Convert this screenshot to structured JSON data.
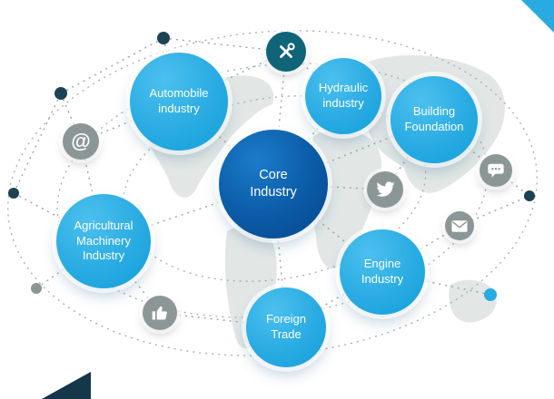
{
  "diagram": {
    "center": {
      "label": "Core Industry"
    },
    "nodes": [
      {
        "id": "automobile",
        "label": "Automobile industry"
      },
      {
        "id": "hydraulic",
        "label": "Hydraulic industry"
      },
      {
        "id": "building",
        "label": "Building Foundation"
      },
      {
        "id": "agricultural",
        "label": "Agricultural Machinery Industry"
      },
      {
        "id": "engine",
        "label": "Engine Industry"
      },
      {
        "id": "foreign",
        "label": "Foreign Trade"
      }
    ],
    "icon_badges": [
      {
        "name": "tools-icon"
      },
      {
        "name": "at-sign-icon",
        "glyph": "@"
      },
      {
        "name": "twitter-bird-icon"
      },
      {
        "name": "chat-bubble-icon"
      },
      {
        "name": "envelope-icon"
      },
      {
        "name": "thumbs-up-icon"
      }
    ],
    "colors": {
      "core_circle": "#0b5aa5",
      "node_circle": "#29abe2",
      "icon_badge_gray": "#8d9697",
      "icon_badge_teal": "#0f6478",
      "dot_navy": "#1d4254",
      "dot_cyan": "#29abe2",
      "orbit_line": "#a7adad",
      "world_map": "#e2e7e6",
      "corner_accent_cyan": "#29abe2",
      "corner_accent_navy": "#14374a"
    }
  }
}
